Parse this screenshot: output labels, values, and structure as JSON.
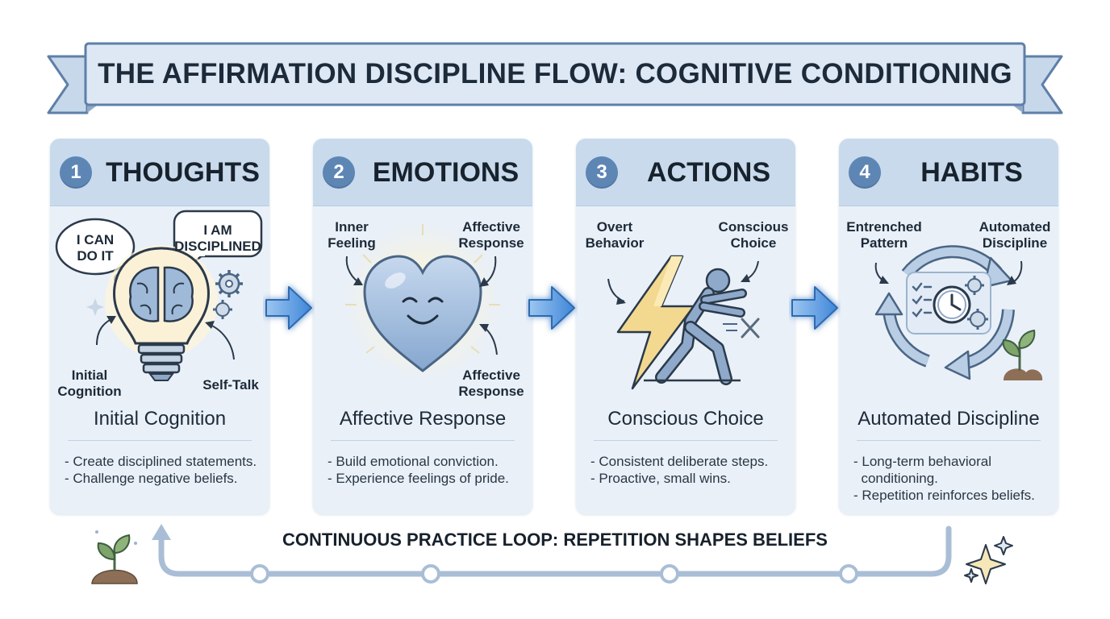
{
  "title": "THE AFFIRMATION DISCIPLINE FLOW: COGNITIVE CONDITIONING",
  "steps": [
    {
      "number": "1",
      "title": "THOUGHTS",
      "bubbles": [
        "I CAN\nDO IT",
        "I AM\nDISCIPLINED"
      ],
      "labels": [
        "Initial\nCognition",
        "Self-Talk"
      ],
      "subtitle": "Initial Cognition",
      "bullets": [
        "- Create disciplined statements.",
        "- Challenge negative beliefs."
      ]
    },
    {
      "number": "2",
      "title": "EMOTIONS",
      "labels": [
        "Inner\nFeeling",
        "Affective\nResponse",
        "Affective\nResponse"
      ],
      "subtitle": "Affective Response",
      "bullets": [
        "- Build emotional conviction.",
        "- Experience feelings of pride."
      ]
    },
    {
      "number": "3",
      "title": "ACTIONS",
      "labels": [
        "Overt\nBehavior",
        "Conscious\nChoice"
      ],
      "subtitle": "Conscious Choice",
      "bullets": [
        "- Consistent deliberate steps.",
        "- Proactive, small wins."
      ]
    },
    {
      "number": "4",
      "title": "HABITS",
      "labels": [
        "Entrenched\nPattern",
        "Automated\nDiscipline"
      ],
      "subtitle": "Automated Discipline",
      "bullets": [
        "- Long-term behavioral\n  conditioning.",
        "- Repetition reinforces beliefs."
      ]
    }
  ],
  "loop_label": "CONTINUOUS PRACTICE LOOP: REPETITION SHAPES BELIEFS",
  "icons": {
    "lightbulb": "lightbulb-brain-icon",
    "heart": "smiling-heart-icon",
    "action": "lightning-figure-icon",
    "habit": "cycle-clock-icon",
    "seedling": "seedling-icon",
    "sparkle": "sparkle-icon"
  },
  "colors": {
    "card_bg": "#e9f0f8",
    "card_header": "#c9daed",
    "step_badge": "#5e86b5",
    "arrow": "#4a8fdc",
    "banner_fill": "#dde8f4",
    "banner_stroke": "#5e7fa8",
    "line": "#9fb6cf"
  }
}
